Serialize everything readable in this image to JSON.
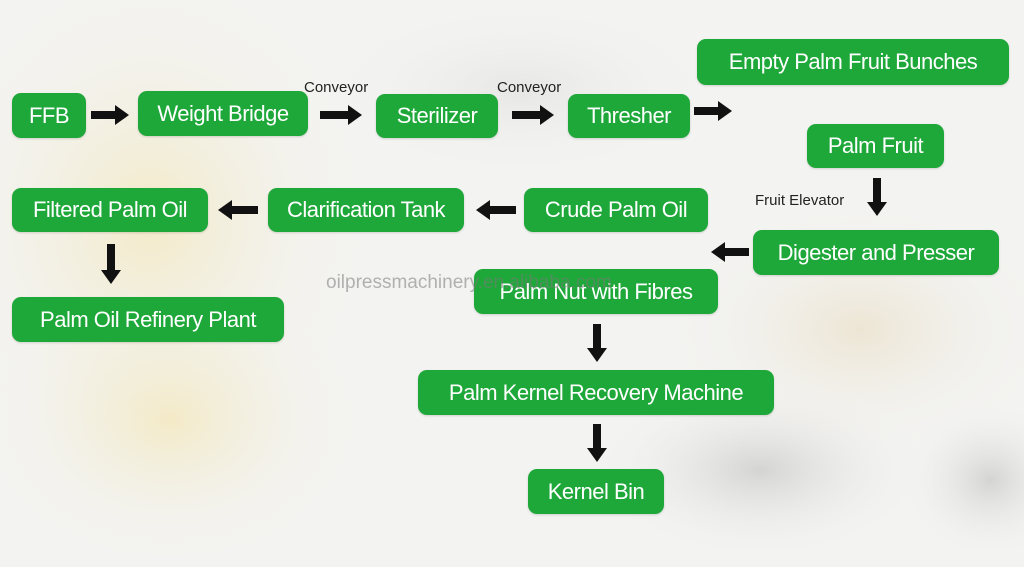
{
  "colors": {
    "node_fill": "#1fa83a",
    "node_text": "#ffffff",
    "arrow": "#111111",
    "background": "#f3f3f1"
  },
  "nodes": {
    "ffb": "FFB",
    "weight_bridge": "Weight Bridge",
    "sterilizer": "Sterilizer",
    "thresher": "Thresher",
    "empty_bunches": "Empty Palm Fruit Bunches",
    "palm_fruit": "Palm Fruit",
    "digester_presser": "Digester and Presser",
    "crude_palm_oil": "Crude Palm Oil",
    "clarification_tank": "Clarification Tank",
    "filtered_palm_oil": "Filtered Palm Oil",
    "refinery_plant": "Palm Oil Refinery Plant",
    "palm_nut_fibres": "Palm Nut with Fibres",
    "kernel_recovery": "Palm Kernel Recovery Machine",
    "kernel_bin": "Kernel Bin"
  },
  "labels": {
    "conveyor_1": "Conveyor",
    "conveyor_2": "Conveyor",
    "fruit_elevator": "Fruit Elevator"
  },
  "watermark": "oilpressmachinery.en.alibaba.com"
}
